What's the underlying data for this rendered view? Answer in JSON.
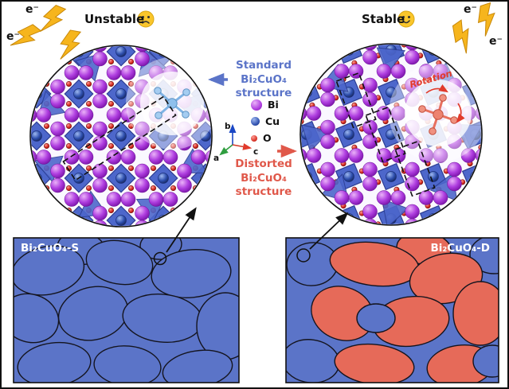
{
  "top": {
    "unstable_label": "Unstable",
    "stable_label": "Stable",
    "electron_label": "e⁻"
  },
  "middle": {
    "standard_title": "Standard\nBi₂CuO₄\nstructure",
    "distorted_title": "Distorted\nBi₂CuO₄\nstructure",
    "rotation_label": "Rotation",
    "legend": {
      "items": [
        {
          "symbol": "Bi",
          "color": "#b03fe0"
        },
        {
          "symbol": "Cu",
          "color": "#2e4fae"
        },
        {
          "symbol": "O",
          "color": "#d42a1e"
        }
      ]
    },
    "axes": {
      "a": "a",
      "b": "b",
      "c": "c"
    }
  },
  "bottom": {
    "standard_panel_label": "Bi₂CuO₄-S",
    "distorted_panel_label": "Bi₂CuO₄-D"
  },
  "colors": {
    "standard_blue": "#5b74c8",
    "distorted_red": "#e0584a",
    "grain_blue": "#5b74c8",
    "grain_red": "#e66a59",
    "bolt_yellow": "#f6b51d",
    "bi_purple": "#b03fe0",
    "cu_blue": "#2e4fae",
    "o_red": "#d42a1e"
  }
}
